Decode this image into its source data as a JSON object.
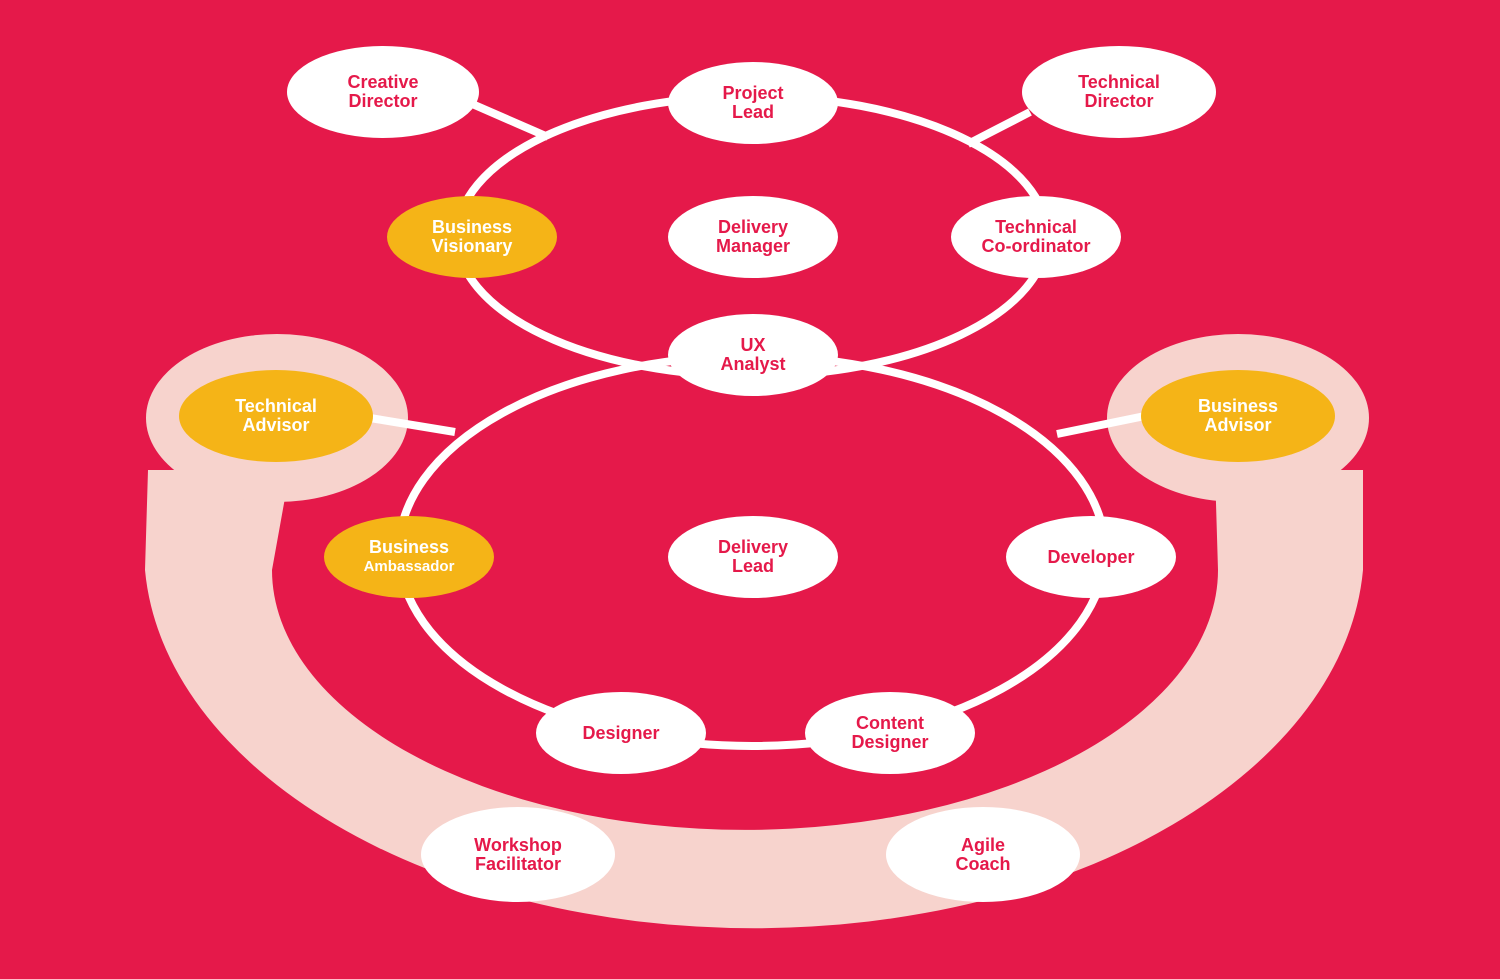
{
  "colors": {
    "background": "#e5194a",
    "node_white": "#ffffff",
    "node_gold": "#f5b417",
    "outer_band": "#f7d3cd",
    "connector": "#ffffff",
    "text_on_white": "#e5194a",
    "text_on_gold": "#ffffff"
  },
  "diagram": {
    "upper_ring": {
      "nodes": {
        "project_lead": {
          "line1": "Project",
          "line2": "Lead"
        },
        "business_visionary": {
          "line1": "Business",
          "line2": "Visionary"
        },
        "delivery_manager": {
          "line1": "Delivery",
          "line2": "Manager"
        },
        "technical_coordinator": {
          "line1": "Technical",
          "line2": "Co-ordinator"
        },
        "ux_analyst": {
          "line1": "UX",
          "line2": "Analyst"
        }
      },
      "external": {
        "creative_director": {
          "line1": "Creative",
          "line2": "Director"
        },
        "technical_director": {
          "line1": "Technical",
          "line2": "Director"
        }
      }
    },
    "lower_ring": {
      "nodes": {
        "business_ambassador": {
          "line1": "Business",
          "line2": "Ambassador"
        },
        "delivery_lead": {
          "line1": "Delivery",
          "line2": "Lead"
        },
        "developer": {
          "line1": "Developer"
        },
        "designer": {
          "line1": "Designer"
        },
        "content_designer": {
          "line1": "Content",
          "line2": "Designer"
        }
      }
    },
    "outer_band": {
      "nodes": {
        "technical_advisor": {
          "line1": "Technical",
          "line2": "Advisor"
        },
        "business_advisor": {
          "line1": "Business",
          "line2": "Advisor"
        },
        "workshop_facilitator": {
          "line1": "Workshop",
          "line2": "Facilitator"
        },
        "agile_coach": {
          "line1": "Agile",
          "line2": "Coach"
        }
      }
    }
  }
}
